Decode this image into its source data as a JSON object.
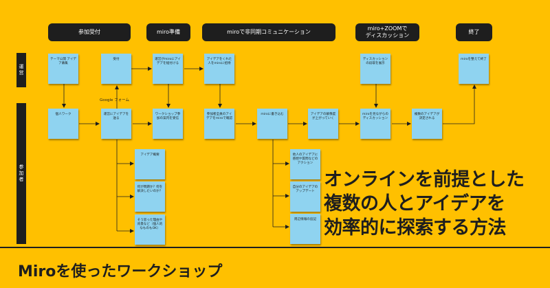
{
  "colors": {
    "background": "#FFC000",
    "dark": "#1E1E1E",
    "sticky": "#8FD3F0"
  },
  "headers": [
    "参加受付",
    "miro準備",
    "miroで非同期コミュニケーション",
    "miro+ZOOMで\nディスカッション",
    "終了"
  ],
  "lanes": {
    "operator": "運営",
    "participant": "参加者"
  },
  "stickies": {
    "theme": "テーマ公開 アイデア募集",
    "reception": "受付",
    "link_miro": "運営がmiroにアイデアを紐付ける",
    "idea_to_miro": "アイデアをくれた人をmiroに招待",
    "discussion_lead": "ディスカッションの段取を展示",
    "wrap_up": "miroを整えて終了",
    "individual_work": "個人ワーク",
    "send_idea": "運営にアイデアを送る",
    "workshop_url": "ワークショップ参加の案内を受信",
    "check_ideas": "参加者全員のアイデアをmiroで確認",
    "write_miro": "miroに書き込む",
    "resolution_up": "アイデアの解像度が上がっていく",
    "discuss_miro": "miroを見ながらのディスカッション",
    "decide_ideas": "複数のアイデアが決定される",
    "idea_summary": "アイデア概要",
    "what_problem": "何が問題か？何を解決したいのか？",
    "conditions": "そう思った理由や背景など（個人的なものもOK）",
    "react_others": "他人のアイデアに感想や質問などのアクション",
    "update_self": "自分のアイデアのアップデート",
    "related_info": "周辺情報の追記"
  },
  "connector_label": "Google フォーム",
  "headline": [
    "オンラインを前提とした",
    "複数の人とアイデアを",
    "効率的に探索する方法"
  ],
  "footer_title": "Miroを使ったワークショップ"
}
